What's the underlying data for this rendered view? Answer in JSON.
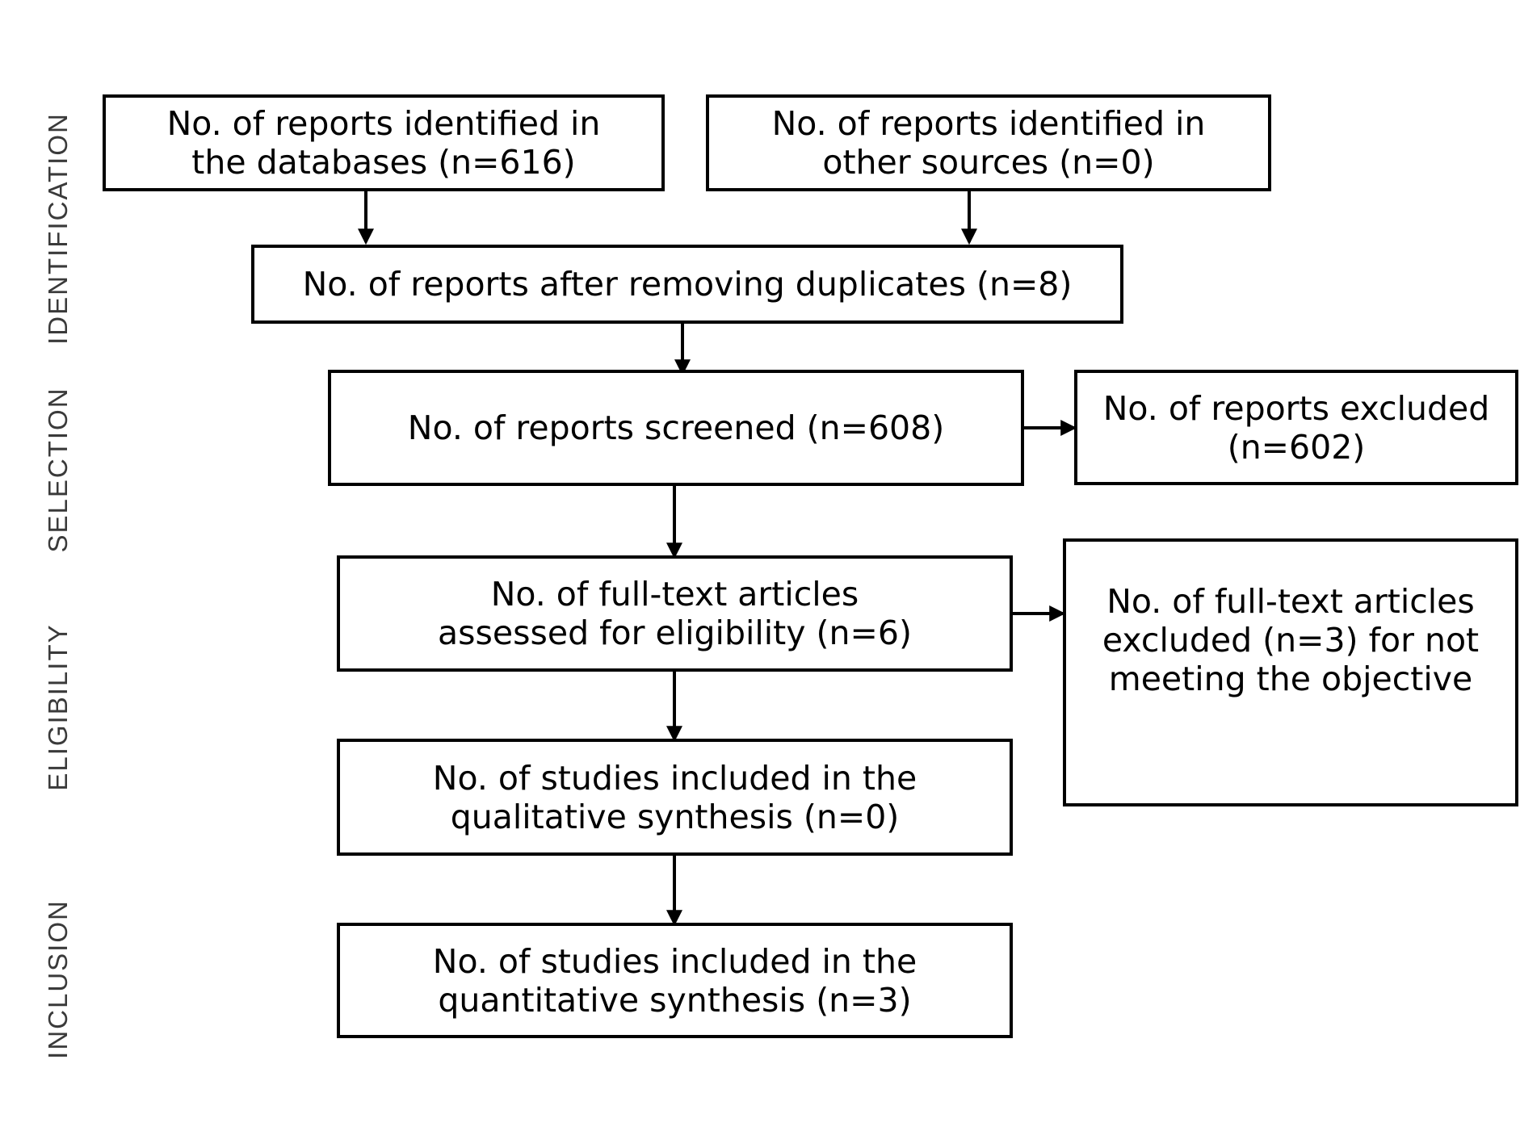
{
  "stages": {
    "identification": "IDENTIFICATION",
    "selection": "SELECTION",
    "eligibility": "ELIGIBILITY",
    "inclusion": "INCLUSION"
  },
  "boxes": {
    "databases": {
      "line1": "No. of reports identified in",
      "line2": "the databases (n=616)"
    },
    "other_sources": {
      "line1": "No. of reports identified in",
      "line2": "other sources (n=0)"
    },
    "duplicates_removed": {
      "line1": "No. of reports after removing duplicates (n=8)"
    },
    "screened": {
      "line1": "No. of reports screened (n=608)"
    },
    "excluded": {
      "line1": "No. of reports excluded",
      "line2": "(n=602)"
    },
    "fulltext_assessed": {
      "line1": "No. of full-text articles",
      "line2": "assessed for eligibility (n=6)"
    },
    "fulltext_excluded": {
      "line1": "No. of full-text articles",
      "line2": "excluded (n=3) for not",
      "line3": "meeting the objective"
    },
    "qualitative": {
      "line1": "No. of studies included in the",
      "line2": "qualitative synthesis (n=0)"
    },
    "quantitative": {
      "line1": "No. of studies included in the",
      "line2": "quantitative synthesis (n=3)"
    }
  },
  "colors": {
    "border": "#000000",
    "stage_text": "#3a3a3a",
    "background": "#ffffff"
  }
}
